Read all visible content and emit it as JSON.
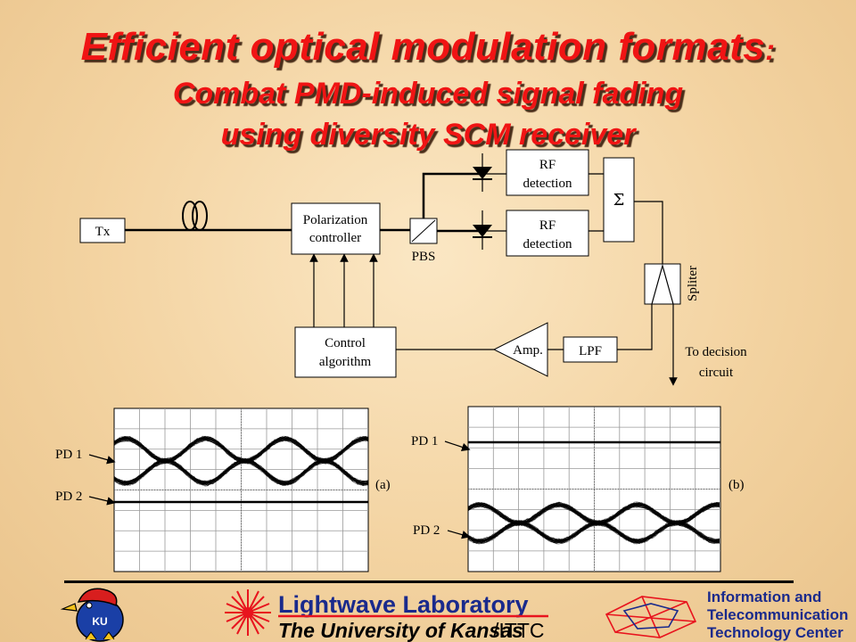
{
  "title": {
    "line1": "Efficient optical modulation formats",
    "line1_colon": ":",
    "line2": "Combat PMD-induced signal fading",
    "line3": "using diversity SCM receiver"
  },
  "diagram": {
    "tx": "Tx",
    "polarization_controller": [
      "Polarization",
      "controller"
    ],
    "pbs": "PBS",
    "rf_detection_top": [
      "RF",
      "detection"
    ],
    "rf_detection_bottom": [
      "RF",
      "detection"
    ],
    "sum_symbol": "Σ",
    "spliter": "Spliter",
    "lpf": "LPF",
    "amp": "Amp.",
    "control_algorithm": [
      "Control",
      "algorithm"
    ],
    "to_decision": [
      "To decision",
      "circuit"
    ]
  },
  "plots": {
    "a": {
      "tag": "(a)",
      "pd1": "PD 1",
      "pd2": "PD 2"
    },
    "b": {
      "tag": "(b)",
      "pd1": "PD 1",
      "pd2": "PD 2"
    }
  },
  "footer": {
    "ku_badge": "KU",
    "lab_name": "Lightwave Laboratory",
    "university": "The University of Kansas",
    "ittc": "/ITTC",
    "center": [
      "Information and",
      "Telecommunication",
      "Technology Center"
    ]
  },
  "colors": {
    "title": "#f01414",
    "footer_blue": "#1a2a8c",
    "laser_red": "#e8141e"
  }
}
